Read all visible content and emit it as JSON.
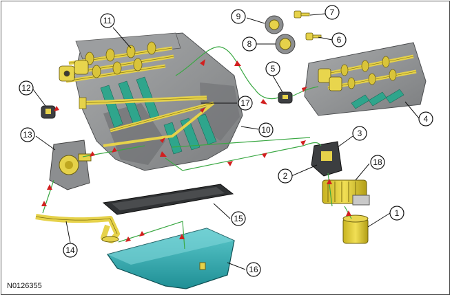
{
  "figure": {
    "id": "N0126355",
    "colors": {
      "engine_block": "#8f9192",
      "engine_dark": "#5e6062",
      "oil_gallery": "#e6d24a",
      "oil_passage_teal": "#2fa58c",
      "oil_pan": "#3fb4b8",
      "flow_path": "#3aa843",
      "flow_arrow": "#d21f1f"
    },
    "callouts": [
      {
        "n": "1"
      },
      {
        "n": "2"
      },
      {
        "n": "3"
      },
      {
        "n": "4"
      },
      {
        "n": "5"
      },
      {
        "n": "6"
      },
      {
        "n": "7"
      },
      {
        "n": "8"
      },
      {
        "n": "9"
      },
      {
        "n": "10"
      },
      {
        "n": "11"
      },
      {
        "n": "12"
      },
      {
        "n": "13"
      },
      {
        "n": "14"
      },
      {
        "n": "15"
      },
      {
        "n": "16"
      },
      {
        "n": "17"
      },
      {
        "n": "18"
      }
    ]
  }
}
